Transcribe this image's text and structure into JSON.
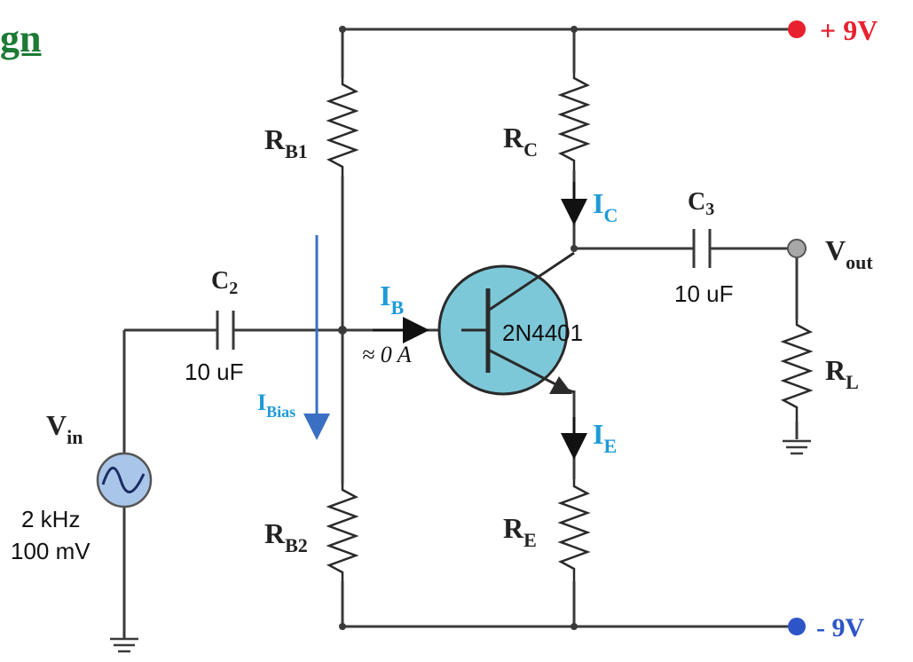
{
  "title_fragment": "gn",
  "rails": {
    "positive": "+ 9V",
    "negative": "- 9V"
  },
  "colors": {
    "positive_rail": "#e8212e",
    "negative_rail": "#2d55c8",
    "current_label": "#1e9bd7",
    "transistor_fill": "#7dc8d8",
    "title": "#1d7a35"
  },
  "resistors": {
    "rb1": {
      "base": "R",
      "sub": "B1"
    },
    "rb2": {
      "base": "R",
      "sub": "B2"
    },
    "rc": {
      "base": "R",
      "sub": "C"
    },
    "re": {
      "base": "R",
      "sub": "E"
    },
    "rl": {
      "base": "R",
      "sub": "L"
    }
  },
  "capacitors": {
    "c2": {
      "base": "C",
      "sub": "2",
      "value": "10 uF"
    },
    "c3": {
      "base": "C",
      "sub": "3",
      "value": "10 uF"
    }
  },
  "currents": {
    "ib": {
      "base": "I",
      "sub": "B",
      "note": "≈ 0 A"
    },
    "ic": {
      "base": "I",
      "sub": "C"
    },
    "ie": {
      "base": "I",
      "sub": "E"
    },
    "ibias": {
      "base": "I",
      "sub": "Bias"
    }
  },
  "transistor": {
    "model": "2N4401"
  },
  "source": {
    "base": "V",
    "sub": "in",
    "freq": "2 kHz",
    "amp": "100 mV"
  },
  "output": {
    "base": "V",
    "sub": "out"
  }
}
